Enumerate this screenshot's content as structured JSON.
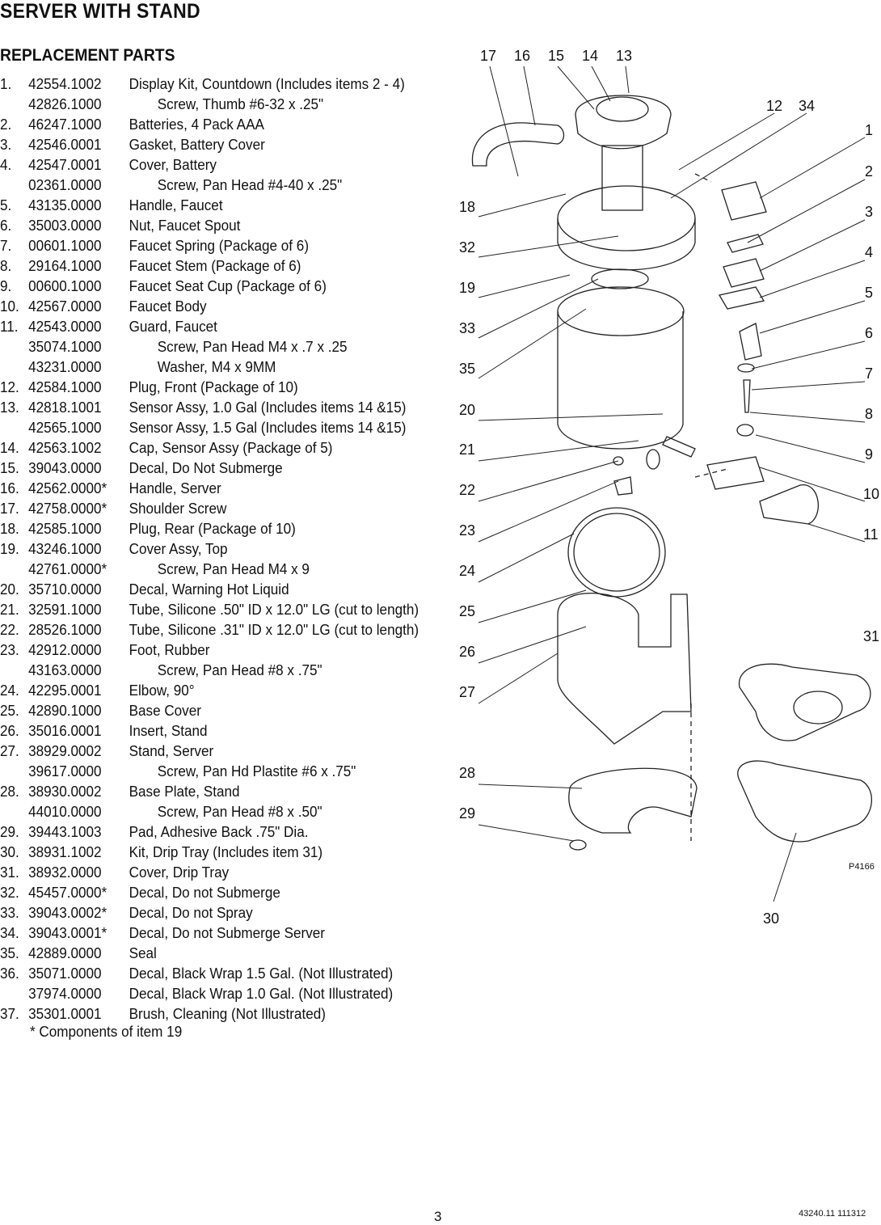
{
  "header": {
    "title": "SERVER WITH STAND",
    "section": "REPLACEMENT PARTS"
  },
  "parts": [
    {
      "num": "1.",
      "pn": "42554.1002",
      "desc": "Display Kit, Countdown (Includes items 2 - 4)"
    },
    {
      "num": "",
      "pn": "42826.1000",
      "desc": "Screw, Thumb #6-32 x .25\"",
      "sub": true
    },
    {
      "num": "2.",
      "pn": "46247.1000",
      "desc": "Batteries, 4 Pack AAA"
    },
    {
      "num": "3.",
      "pn": "42546.0001",
      "desc": "Gasket, Battery Cover"
    },
    {
      "num": "4.",
      "pn": "42547.0001",
      "desc": "Cover, Battery"
    },
    {
      "num": "",
      "pn": "02361.0000",
      "desc": "Screw, Pan Head #4-40 x .25\"",
      "sub": true
    },
    {
      "num": "5.",
      "pn": "43135.0000",
      "desc": "Handle, Faucet"
    },
    {
      "num": "6.",
      "pn": "35003.0000",
      "desc": "Nut, Faucet Spout"
    },
    {
      "num": "7.",
      "pn": "00601.1000",
      "desc": "Faucet Spring (Package of 6)"
    },
    {
      "num": "8.",
      "pn": "29164.1000",
      "desc": "Faucet Stem (Package of 6)"
    },
    {
      "num": "9.",
      "pn": "00600.1000",
      "desc": "Faucet Seat Cup (Package of 6)"
    },
    {
      "num": "10.",
      "pn": "42567.0000",
      "desc": "Faucet Body"
    },
    {
      "num": "11.",
      "pn": "42543.0000",
      "desc": "Guard, Faucet"
    },
    {
      "num": "",
      "pn": "35074.1000",
      "desc": "Screw, Pan Head M4 x .7 x .25",
      "sub": true
    },
    {
      "num": "",
      "pn": "43231.0000",
      "desc": "Washer, M4 x 9MM",
      "sub": true
    },
    {
      "num": "12.",
      "pn": "42584.1000",
      "desc": "Plug, Front (Package of 10)"
    },
    {
      "num": "13.",
      "pn": "42818.1001",
      "desc": "Sensor Assy, 1.0 Gal (Includes items 14 &15)"
    },
    {
      "num": "",
      "pn": "42565.1000",
      "desc": "Sensor Assy, 1.5 Gal (Includes items 14 &15)"
    },
    {
      "num": "14.",
      "pn": "42563.1002",
      "desc": "Cap, Sensor Assy (Package of 5)"
    },
    {
      "num": "15.",
      "pn": "39043.0000",
      "desc": "Decal, Do Not Submerge"
    },
    {
      "num": "16.",
      "pn": "42562.0000*",
      "desc": "Handle, Server"
    },
    {
      "num": "17.",
      "pn": "42758.0000*",
      "desc": "Shoulder Screw"
    },
    {
      "num": "18.",
      "pn": "42585.1000",
      "desc": "Plug, Rear (Package of 10)"
    },
    {
      "num": "19.",
      "pn": "43246.1000",
      "desc": "Cover Assy, Top"
    },
    {
      "num": "",
      "pn": "42761.0000*",
      "desc": "Screw, Pan Head M4 x 9",
      "sub": true
    },
    {
      "num": "20.",
      "pn": "35710.0000",
      "desc": "Decal, Warning Hot Liquid"
    },
    {
      "num": "21.",
      "pn": "32591.1000",
      "desc": "Tube, Silicone .50\" ID x 12.0\" LG (cut to length)"
    },
    {
      "num": "22.",
      "pn": "28526.1000",
      "desc": "Tube, Silicone .31\" ID x 12.0\" LG (cut to length)"
    },
    {
      "num": "23.",
      "pn": "42912.0000",
      "desc": "Foot, Rubber"
    },
    {
      "num": "",
      "pn": "43163.0000",
      "desc": "Screw, Pan Head #8 x .75\"",
      "sub": true
    },
    {
      "num": "24.",
      "pn": "42295.0001",
      "desc": "Elbow, 90°"
    },
    {
      "num": "25.",
      "pn": "42890.1000",
      "desc": "Base Cover"
    },
    {
      "num": "26.",
      "pn": "35016.0001",
      "desc": "Insert, Stand"
    },
    {
      "num": "27.",
      "pn": "38929.0002",
      "desc": "Stand, Server"
    },
    {
      "num": "",
      "pn": "39617.0000",
      "desc": "Screw, Pan Hd Plastite #6 x .75\"",
      "sub": true
    },
    {
      "num": "28.",
      "pn": "38930.0002",
      "desc": "Base Plate, Stand"
    },
    {
      "num": "",
      "pn": "44010.0000",
      "desc": "Screw, Pan Head #8 x .50\"",
      "sub": true
    },
    {
      "num": "29.",
      "pn": "39443.1003",
      "desc": "Pad, Adhesive Back .75\" Dia."
    },
    {
      "num": "30.",
      "pn": "38931.1002",
      "desc": "Kit, Drip Tray (Includes item 31)"
    },
    {
      "num": "31.",
      "pn": "38932.0000",
      "desc": "Cover, Drip Tray"
    },
    {
      "num": "32.",
      "pn": "45457.0000*",
      "desc": "Decal, Do not Submerge"
    },
    {
      "num": "33.",
      "pn": "39043.0002*",
      "desc": "Decal, Do not Spray"
    },
    {
      "num": "34.",
      "pn": "39043.0001*",
      "desc": "Decal, Do not Submerge Server"
    },
    {
      "num": "35.",
      "pn": "42889.0000",
      "desc": "Seal"
    },
    {
      "num": "36.",
      "pn": "35071.0000",
      "desc": "Decal, Black Wrap  1.5 Gal. (Not Illustrated)"
    },
    {
      "num": "",
      "pn": "37974.0000",
      "desc": "Decal, Black Wrap  1.0 Gal. (Not Illustrated)"
    },
    {
      "num": "37.",
      "pn": "35301.0001",
      "desc": "Brush, Cleaning (Not Illustrated)"
    }
  ],
  "footnote": "* Components of item 19",
  "diagram": {
    "callouts": {
      "c17": "17",
      "c16": "16",
      "c15": "15",
      "c14": "14",
      "c13": "13",
      "c12": "12",
      "c34": "34",
      "c1": "1",
      "c2": "2",
      "c3": "3",
      "c4": "4",
      "c5": "5",
      "c6": "6",
      "c7": "7",
      "c8": "8",
      "c9": "9",
      "c10": "10",
      "c11": "11",
      "c31": "31",
      "c18": "18",
      "c32": "32",
      "c19": "19",
      "c33": "33",
      "c35": "35",
      "c20": "20",
      "c21": "21",
      "c22": "22",
      "c23": "23",
      "c24": "24",
      "c25": "25",
      "c26": "26",
      "c27": "27",
      "c28": "28",
      "c29": "29",
      "c30": "30"
    },
    "figure_code": "P4166"
  },
  "footer": {
    "page_number": "3",
    "doc_code": "43240.11 111312"
  }
}
